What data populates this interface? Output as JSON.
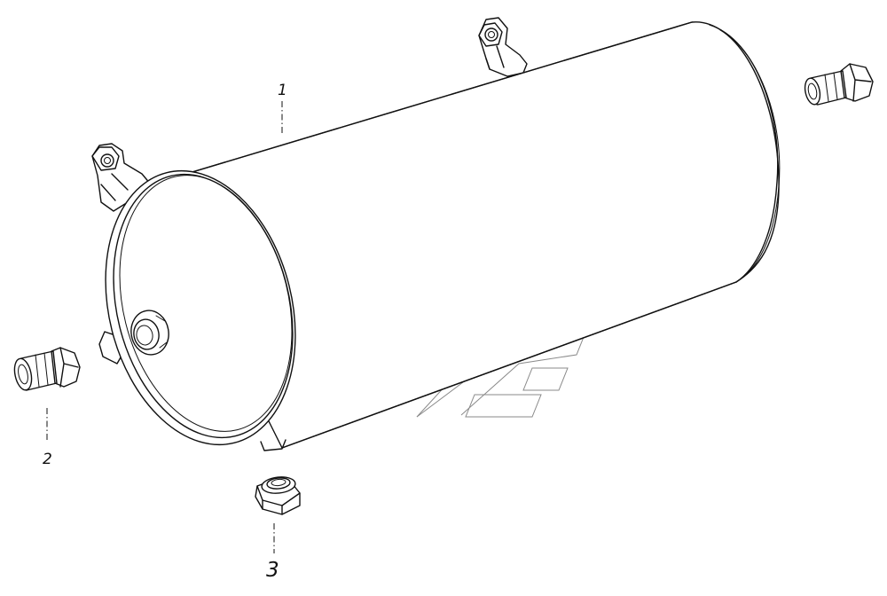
{
  "callouts": {
    "item_1": "1",
    "item_2": "2",
    "item_3": "3"
  },
  "colors": {
    "line": "#111111",
    "watermark": "#8a8a8a",
    "background": "#ffffff"
  }
}
